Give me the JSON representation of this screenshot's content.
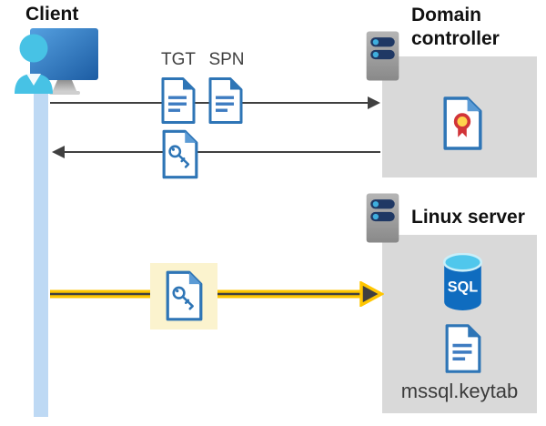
{
  "actors": {
    "client": {
      "label": "Client",
      "icon": "client-workstation-icon"
    },
    "domain_controller": {
      "label": "Domain controller",
      "icon": "server-icon",
      "contents": [
        {
          "icon": "certificate-document-icon"
        }
      ]
    },
    "linux_server": {
      "label": "Linux server",
      "icon": "server-icon",
      "contents": [
        {
          "icon": "sql-database-icon",
          "label": "SQL"
        },
        {
          "icon": "keytab-document-icon",
          "label": "mssql.keytab"
        }
      ]
    }
  },
  "messages": [
    {
      "from": "client",
      "to": "domain_controller",
      "direction": "right",
      "highlighted": false,
      "artifacts": [
        {
          "label": "TGT",
          "icon": "document-icon"
        },
        {
          "label": "SPN",
          "icon": "document-icon"
        }
      ]
    },
    {
      "from": "domain_controller",
      "to": "client",
      "direction": "left",
      "highlighted": false,
      "artifacts": [
        {
          "icon": "key-document-icon"
        }
      ]
    },
    {
      "from": "client",
      "to": "linux_server",
      "direction": "right",
      "highlighted": true,
      "artifacts": [
        {
          "icon": "key-document-icon"
        }
      ]
    }
  ],
  "colors": {
    "document_blue": "#2E75B6",
    "document_fold_blue": "#5B9BD5",
    "arrow_gray": "#404040",
    "highlight_yellow": "#FFC600",
    "highlight_background": "#FBF3CE",
    "box_gray": "#D9D9D9",
    "lifeline_blue": "#BED9F4",
    "server_bar_navy": "#1F3864",
    "sql_body_blue": "#0F6CBF",
    "sql_top_cyan": "#50C7EC",
    "certificate_red": "#D13438",
    "certificate_gold": "#FFD34D"
  }
}
